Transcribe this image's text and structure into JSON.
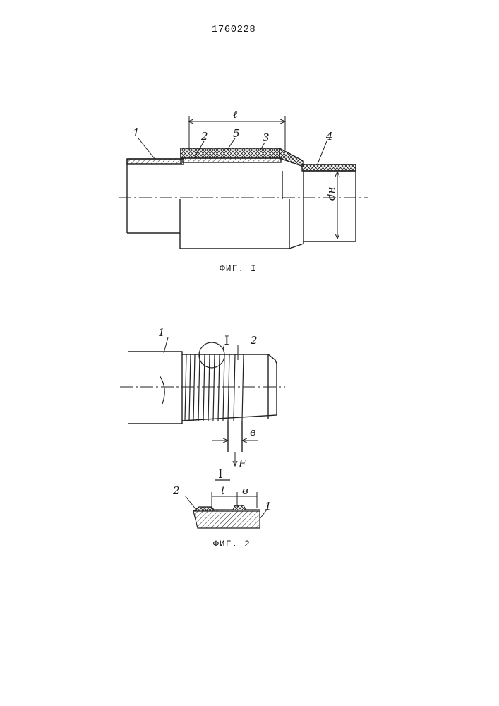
{
  "document": {
    "number": "1760228"
  },
  "figure1": {
    "caption": "ФИГ. I",
    "labels": {
      "length": "ℓ",
      "part1": "1",
      "part2": "2",
      "part3": "3",
      "part4": "4",
      "part5": "5",
      "diameter": "dн"
    }
  },
  "figure2": {
    "caption": "ФИГ. 2",
    "labels": {
      "detail_callout": "I",
      "part1": "1",
      "part2": "2",
      "width": "в",
      "force": "F"
    }
  },
  "detail": {
    "title": "I",
    "labels": {
      "part1": "1",
      "part2": "2",
      "pitch": "t",
      "width": "в"
    }
  }
}
